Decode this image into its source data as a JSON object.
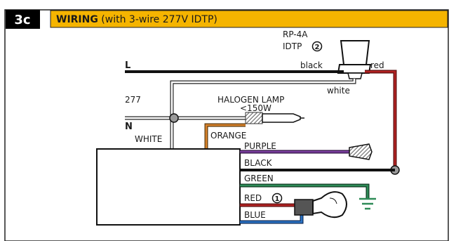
{
  "header": {
    "step_badge": "3c",
    "title_bold": "WIRING",
    "title_rest": " (with 3-wire 277V IDTP)"
  },
  "device": {
    "model_line1": "RP-4A",
    "model_line2": "IDTP",
    "model_number": "2"
  },
  "wire_labels": {
    "line": "L",
    "neutral": "N",
    "voltage": "277",
    "black": "black",
    "red": "red",
    "white": "white",
    "white_caps": "WHITE",
    "orange": "ORANGE",
    "purple": "PURPLE",
    "black_caps": "BLACK",
    "green": "GREEN",
    "red_caps": "RED",
    "red_number": "1",
    "blue": "BLUE"
  },
  "lamp": {
    "line1": "HALOGEN LAMP",
    "line2": "<150W"
  },
  "colors": {
    "header_fill": "#f5b400",
    "black_wire": "#111111",
    "red_wire": "#b22222",
    "orange_wire": "#d9822b",
    "purple_wire": "#7b3f9e",
    "green_wire": "#2e8b57",
    "blue_wire": "#2a74c6",
    "junction": "#9a9a9a"
  },
  "icons": {
    "badge": "step-badge",
    "lamp": "halogen-lamp-icon",
    "wire_nut": "wire-nut-icon",
    "ground": "ground-symbol-icon",
    "remote_lamp": "lamp-socket-icon",
    "idtp": "idtp-device-icon"
  }
}
